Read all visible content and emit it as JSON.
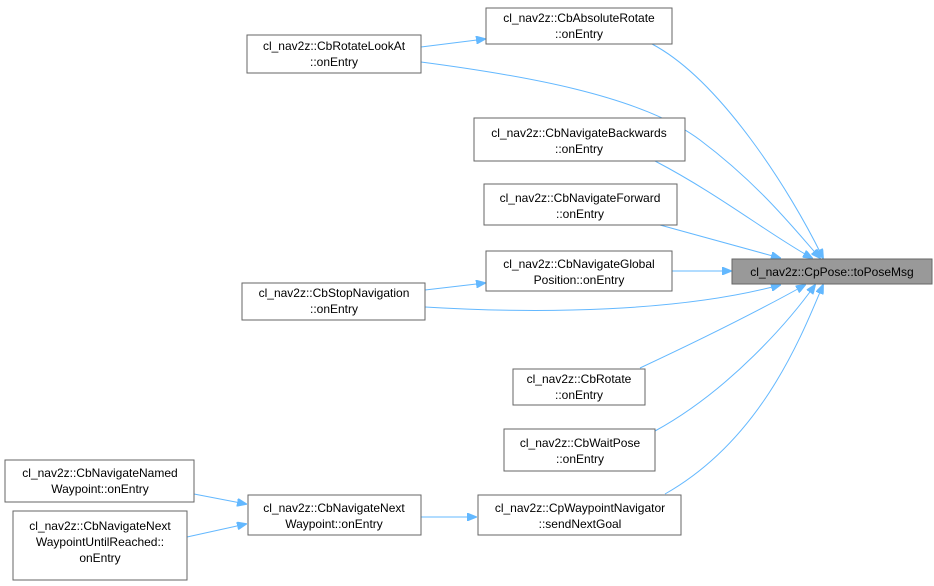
{
  "nodes": {
    "target": [
      "cl_nav2z::CpPose::toPoseMsg"
    ],
    "abs_rotate": [
      "cl_nav2z::CbAbsoluteRotate",
      "::onEntry"
    ],
    "rotate_look_at": [
      "cl_nav2z::CbRotateLookAt",
      "::onEntry"
    ],
    "nav_backwards": [
      "cl_nav2z::CbNavigateBackwards",
      "::onEntry"
    ],
    "nav_forward": [
      "cl_nav2z::CbNavigateForward",
      "::onEntry"
    ],
    "nav_global": [
      "cl_nav2z::CbNavigateGlobal",
      "Position::onEntry"
    ],
    "stop_nav": [
      "cl_nav2z::CbStopNavigation",
      "::onEntry"
    ],
    "rotate": [
      "cl_nav2z::CbRotate",
      "::onEntry"
    ],
    "wait_pose": [
      "cl_nav2z::CbWaitPose",
      "::onEntry"
    ],
    "nav_named": [
      "cl_nav2z::CbNavigateNamed",
      "Waypoint::onEntry"
    ],
    "nav_next": [
      "cl_nav2z::CbNavigateNext",
      "Waypoint::onEntry"
    ],
    "nav_next_until": [
      "cl_nav2z::CbNavigateNext",
      "WaypointUntilReached::",
      "onEntry"
    ],
    "waypoint_nav": [
      "cl_nav2z::CpWaypointNavigator",
      "::sendNextGoal"
    ]
  },
  "colors": {
    "edge": "#63b8ff",
    "target_fill": "#999999",
    "border": "#666666"
  }
}
